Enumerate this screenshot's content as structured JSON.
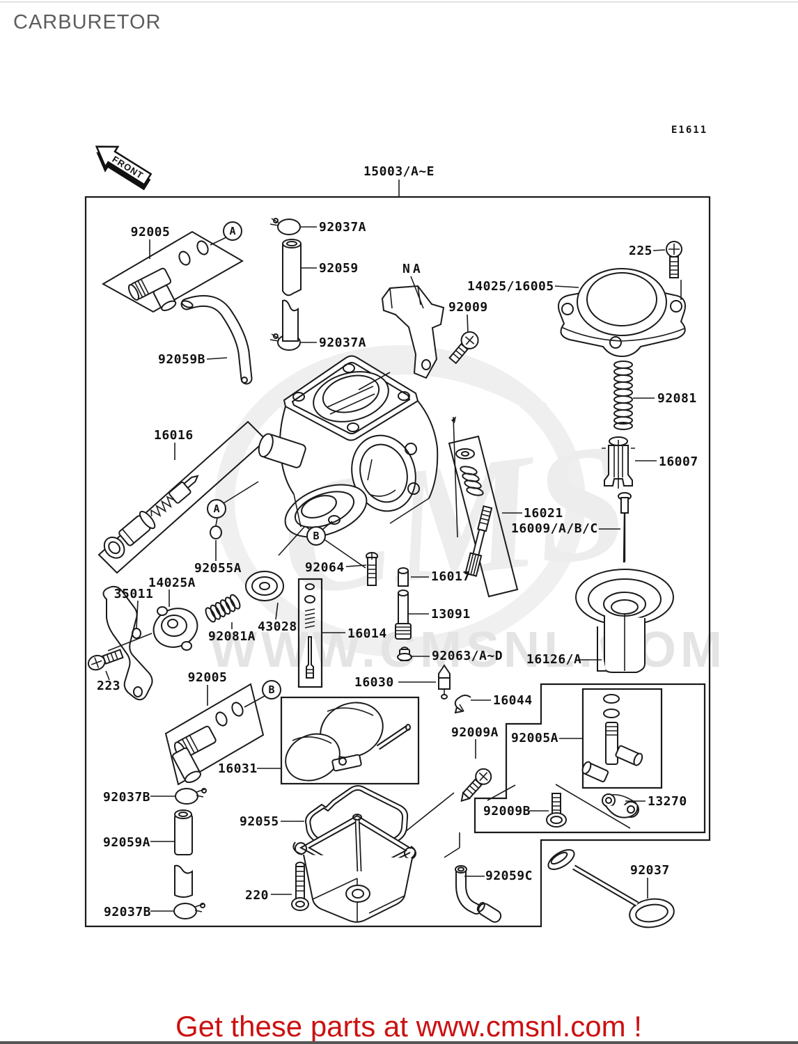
{
  "page": {
    "title": "CARBURETOR",
    "diagram_code": "E1611",
    "footer": "Get these parts at www.cmsnl.com !"
  },
  "watermark": {
    "logo": "CMS",
    "url": "WWW.CMSNL.COM"
  },
  "front_arrow": {
    "label": "FRONT"
  },
  "assembly": {
    "label": "15003/A~E"
  },
  "balloons": {
    "a": "A",
    "b": "B"
  },
  "labels": {
    "p92005_1": "92005",
    "p92037a_1": "92037A",
    "p92059": "92059",
    "p_na": "NA",
    "p14025_16005": "14025/16005",
    "p92009": "92009",
    "p225": "225",
    "p92037a_2": "92037A",
    "p92059b": "92059B",
    "p92081": "92081",
    "p16016": "16016",
    "p16007": "16007",
    "p16021": "16021",
    "p16009": "16009/A/B/C",
    "p92055a": "92055A",
    "p14025a": "14025A",
    "p35011": "35011",
    "p92064": "92064",
    "p16017": "16017",
    "p13091": "13091",
    "p16014": "16014",
    "p92081a": "92081A",
    "p43028": "43028",
    "p92063": "92063/A~D",
    "p16126": "16126/A",
    "p223": "223",
    "p92005_2": "92005",
    "p16030": "16030",
    "p16044": "16044",
    "p92009a": "92009A",
    "p92005a": "92005A",
    "p16031": "16031",
    "p92037b_1": "92037B",
    "p92059a": "92059A",
    "p92055": "92055",
    "p92009b": "92009B",
    "p13270": "13270",
    "p220": "220",
    "p92037b_2": "92037B",
    "p92059c": "92059C",
    "p92037": "92037"
  }
}
